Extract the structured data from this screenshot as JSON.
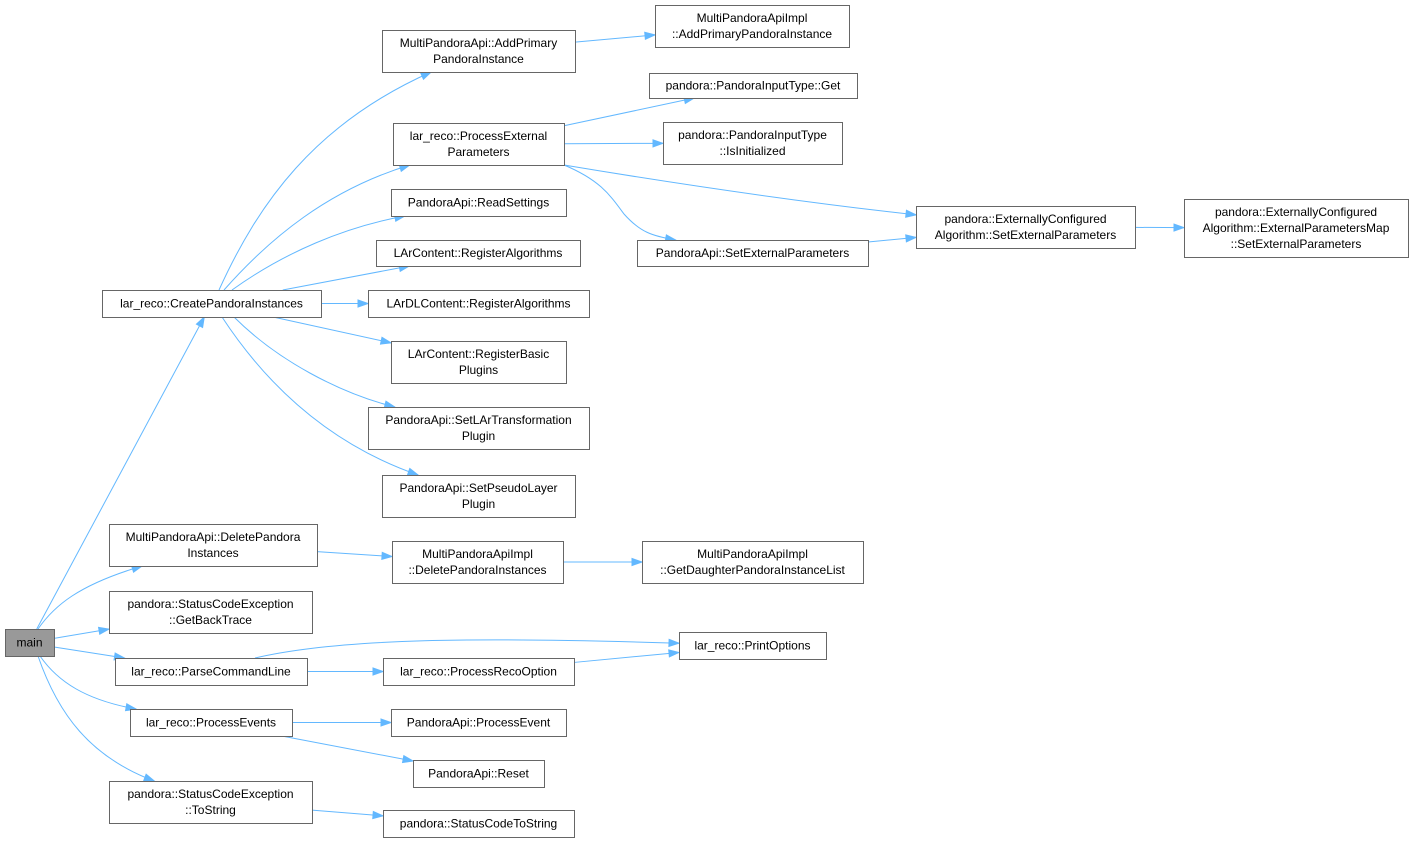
{
  "nodes": [
    {
      "id": "main",
      "lines": [
        "main"
      ],
      "root": true
    },
    {
      "id": "create",
      "lines": [
        "lar_reco::CreatePandoraInstances"
      ]
    },
    {
      "id": "addprimary",
      "lines": [
        "MultiPandoraApi::AddPrimary",
        "PandoraInstance"
      ]
    },
    {
      "id": "addprimaryimpl",
      "lines": [
        "MultiPandoraApiImpl",
        "::AddPrimaryPandoraInstance"
      ]
    },
    {
      "id": "processext",
      "lines": [
        "lar_reco::ProcessExternal",
        "Parameters"
      ]
    },
    {
      "id": "inputget",
      "lines": [
        "pandora::PandoraInputType::Get"
      ]
    },
    {
      "id": "inputinit",
      "lines": [
        "pandora::PandoraInputType",
        "::IsInitialized"
      ]
    },
    {
      "id": "algsetext",
      "lines": [
        "pandora::ExternallyConfigured",
        "Algorithm::SetExternalParameters"
      ]
    },
    {
      "id": "mapsetext",
      "lines": [
        "pandora::ExternallyConfigured",
        "Algorithm::ExternalParametersMap",
        "::SetExternalParameters"
      ]
    },
    {
      "id": "apisetext",
      "lines": [
        "PandoraApi::SetExternalParameters"
      ]
    },
    {
      "id": "readsettings",
      "lines": [
        "PandoraApi::ReadSettings"
      ]
    },
    {
      "id": "lrregalg",
      "lines": [
        "LArContent::RegisterAlgorithms"
      ]
    },
    {
      "id": "ldlregalg",
      "lines": [
        "LArDLContent::RegisterAlgorithms"
      ]
    },
    {
      "id": "regbasic",
      "lines": [
        "LArContent::RegisterBasic",
        "Plugins"
      ]
    },
    {
      "id": "settransform",
      "lines": [
        "PandoraApi::SetLArTransformation",
        "Plugin"
      ]
    },
    {
      "id": "setpseudo",
      "lines": [
        "PandoraApi::SetPseudoLayer",
        "Plugin"
      ]
    },
    {
      "id": "deletepandora",
      "lines": [
        "MultiPandoraApi::DeletePandora",
        "Instances"
      ]
    },
    {
      "id": "deleteimpl",
      "lines": [
        "MultiPandoraApiImpl",
        "::DeletePandoraInstances"
      ]
    },
    {
      "id": "getdaughter",
      "lines": [
        "MultiPandoraApiImpl",
        "::GetDaughterPandoraInstanceList"
      ]
    },
    {
      "id": "backtrace",
      "lines": [
        "pandora::StatusCodeException",
        "::GetBackTrace"
      ]
    },
    {
      "id": "parsecmd",
      "lines": [
        "lar_reco::ParseCommandLine"
      ]
    },
    {
      "id": "printopts",
      "lines": [
        "lar_reco::PrintOptions"
      ]
    },
    {
      "id": "procreco",
      "lines": [
        "lar_reco::ProcessRecoOption"
      ]
    },
    {
      "id": "procevents",
      "lines": [
        "lar_reco::ProcessEvents"
      ]
    },
    {
      "id": "processevent",
      "lines": [
        "PandoraApi::ProcessEvent"
      ]
    },
    {
      "id": "reset",
      "lines": [
        "PandoraApi::Reset"
      ]
    },
    {
      "id": "tostring",
      "lines": [
        "pandora::StatusCodeException",
        "::ToString"
      ]
    },
    {
      "id": "sctostring",
      "lines": [
        "pandora::StatusCodeToString"
      ]
    }
  ],
  "edges": [
    {
      "from": "main",
      "to": "create"
    },
    {
      "from": "main",
      "to": "deletepandora"
    },
    {
      "from": "main",
      "to": "backtrace"
    },
    {
      "from": "main",
      "to": "parsecmd"
    },
    {
      "from": "main",
      "to": "procevents"
    },
    {
      "from": "main",
      "to": "tostring"
    },
    {
      "from": "create",
      "to": "addprimary"
    },
    {
      "from": "create",
      "to": "processext"
    },
    {
      "from": "create",
      "to": "readsettings"
    },
    {
      "from": "create",
      "to": "lrregalg"
    },
    {
      "from": "create",
      "to": "ldlregalg"
    },
    {
      "from": "create",
      "to": "regbasic"
    },
    {
      "from": "create",
      "to": "settransform"
    },
    {
      "from": "create",
      "to": "setpseudo"
    },
    {
      "from": "addprimary",
      "to": "addprimaryimpl"
    },
    {
      "from": "processext",
      "to": "inputget"
    },
    {
      "from": "processext",
      "to": "inputinit"
    },
    {
      "from": "processext",
      "to": "algsetext"
    },
    {
      "from": "processext",
      "to": "apisetext"
    },
    {
      "from": "apisetext",
      "to": "algsetext"
    },
    {
      "from": "algsetext",
      "to": "mapsetext"
    },
    {
      "from": "deletepandora",
      "to": "deleteimpl"
    },
    {
      "from": "deleteimpl",
      "to": "getdaughter"
    },
    {
      "from": "parsecmd",
      "to": "printopts"
    },
    {
      "from": "parsecmd",
      "to": "procreco"
    },
    {
      "from": "procreco",
      "to": "printopts"
    },
    {
      "from": "procevents",
      "to": "processevent"
    },
    {
      "from": "procevents",
      "to": "reset"
    },
    {
      "from": "tostring",
      "to": "sctostring"
    }
  ],
  "colors": {
    "edge": "#63b8ff",
    "node_border": "#666666",
    "root_fill": "#999999"
  }
}
